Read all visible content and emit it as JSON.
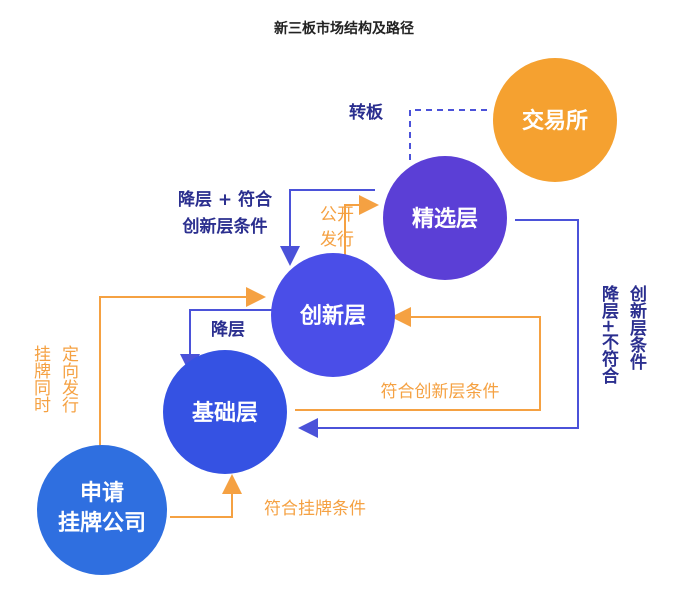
{
  "title": "新三板市场结构及路径",
  "nodes": {
    "exchange": "交易所",
    "select": "精选层",
    "innovation": "创新层",
    "basic": "基础层",
    "apply_line1": "申请",
    "apply_line2": "挂牌公司"
  },
  "labels": {
    "transfer": "转板",
    "downgrade_innov_line1": "降层 + 符合",
    "downgrade_innov_line2": "创新层条件",
    "public_issue_line1": "公开",
    "public_issue_line2": "发行",
    "downgrade": "降层",
    "listing_issue_col1": "挂牌同时",
    "listing_issue_col2": "定向发行",
    "meet_innovation": "符合创新层条件",
    "meet_listing": "符合挂牌条件",
    "right_col1": "降层+不符合",
    "right_col2": "创新层条件"
  },
  "colors": {
    "exchange": "#f5a130",
    "select": "#5b3fd6",
    "innovation": "#4a4ee8",
    "basic": "#3552e3",
    "apply": "#2f6fe0",
    "orange_line": "#f5a142",
    "blue_line": "#4b52d9"
  }
}
